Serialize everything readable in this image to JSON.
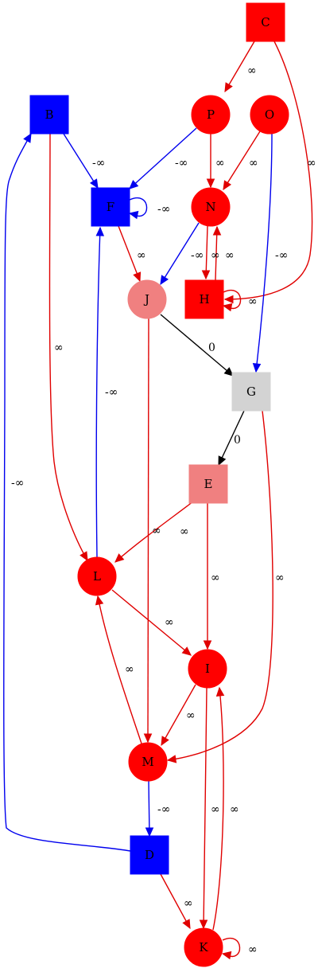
{
  "colors": {
    "red": "#ff0000",
    "blue": "#0000ff",
    "light_red": "#f08080",
    "gray": "#d3d3d3",
    "black": "#000000",
    "edge_red": "#e00000",
    "edge_blue": "#0000ee"
  },
  "nodes": [
    {
      "id": "C",
      "label": "C",
      "shape": "square",
      "color": "red"
    },
    {
      "id": "P",
      "label": "P",
      "shape": "circle",
      "color": "red"
    },
    {
      "id": "O",
      "label": "O",
      "shape": "circle",
      "color": "red"
    },
    {
      "id": "B",
      "label": "B",
      "shape": "square",
      "color": "blue"
    },
    {
      "id": "F",
      "label": "F",
      "shape": "square",
      "color": "blue"
    },
    {
      "id": "N",
      "label": "N",
      "shape": "circle",
      "color": "red"
    },
    {
      "id": "J",
      "label": "J",
      "shape": "circle",
      "color": "light_red"
    },
    {
      "id": "H",
      "label": "H",
      "shape": "square",
      "color": "red"
    },
    {
      "id": "G",
      "label": "G",
      "shape": "square",
      "color": "gray"
    },
    {
      "id": "E",
      "label": "E",
      "shape": "square",
      "color": "light_red"
    },
    {
      "id": "L",
      "label": "L",
      "shape": "circle",
      "color": "red"
    },
    {
      "id": "I",
      "label": "I",
      "shape": "circle",
      "color": "red"
    },
    {
      "id": "M",
      "label": "M",
      "shape": "circle",
      "color": "red"
    },
    {
      "id": "D",
      "label": "D",
      "shape": "square",
      "color": "blue"
    },
    {
      "id": "K",
      "label": "K",
      "shape": "circle",
      "color": "red"
    }
  ],
  "edges": [
    {
      "from": "C",
      "to": "P",
      "label": "∞",
      "color": "edge_red"
    },
    {
      "from": "C",
      "to": "H",
      "label": "∞",
      "color": "edge_red"
    },
    {
      "from": "P",
      "to": "F",
      "label": "-∞",
      "color": "edge_blue"
    },
    {
      "from": "P",
      "to": "N",
      "label": "∞",
      "color": "edge_red"
    },
    {
      "from": "O",
      "to": "N",
      "label": "∞",
      "color": "edge_red"
    },
    {
      "from": "O",
      "to": "G",
      "label": "-∞",
      "color": "edge_blue"
    },
    {
      "from": "B",
      "to": "F",
      "label": "-∞",
      "color": "edge_blue"
    },
    {
      "from": "B",
      "to": "L",
      "label": "∞",
      "color": "edge_red"
    },
    {
      "from": "F",
      "to": "F",
      "label": "-∞",
      "color": "edge_blue"
    },
    {
      "from": "F",
      "to": "J",
      "label": "∞",
      "color": "edge_red"
    },
    {
      "from": "N",
      "to": "J",
      "label": "-∞",
      "color": "edge_blue"
    },
    {
      "from": "N",
      "to": "H",
      "label": "∞",
      "color": "edge_red"
    },
    {
      "from": "H",
      "to": "N",
      "label": "∞",
      "color": "edge_red"
    },
    {
      "from": "H",
      "to": "H",
      "label": "∞",
      "color": "edge_red"
    },
    {
      "from": "J",
      "to": "G",
      "label": "0",
      "color": "black"
    },
    {
      "from": "J",
      "to": "M",
      "label": "∞",
      "color": "edge_red"
    },
    {
      "from": "G",
      "to": "E",
      "label": "0",
      "color": "black"
    },
    {
      "from": "G",
      "to": "M",
      "label": "∞",
      "color": "edge_red"
    },
    {
      "from": "E",
      "to": "L",
      "label": "∞",
      "color": "edge_red"
    },
    {
      "from": "E",
      "to": "I",
      "label": "∞",
      "color": "edge_red"
    },
    {
      "from": "L",
      "to": "F",
      "label": "-∞",
      "color": "edge_blue"
    },
    {
      "from": "L",
      "to": "I",
      "label": "∞",
      "color": "edge_red"
    },
    {
      "from": "I",
      "to": "M",
      "label": "∞",
      "color": "edge_red"
    },
    {
      "from": "I",
      "to": "K",
      "label": "∞",
      "color": "edge_red"
    },
    {
      "from": "M",
      "to": "L",
      "label": "∞",
      "color": "edge_red"
    },
    {
      "from": "M",
      "to": "D",
      "label": "-∞",
      "color": "edge_blue"
    },
    {
      "from": "D",
      "to": "B",
      "label": "-∞",
      "color": "edge_blue"
    },
    {
      "from": "D",
      "to": "K",
      "label": "∞",
      "color": "edge_red"
    },
    {
      "from": "K",
      "to": "I",
      "label": "∞",
      "color": "edge_red"
    },
    {
      "from": "K",
      "to": "K",
      "label": "∞",
      "color": "edge_red"
    }
  ]
}
